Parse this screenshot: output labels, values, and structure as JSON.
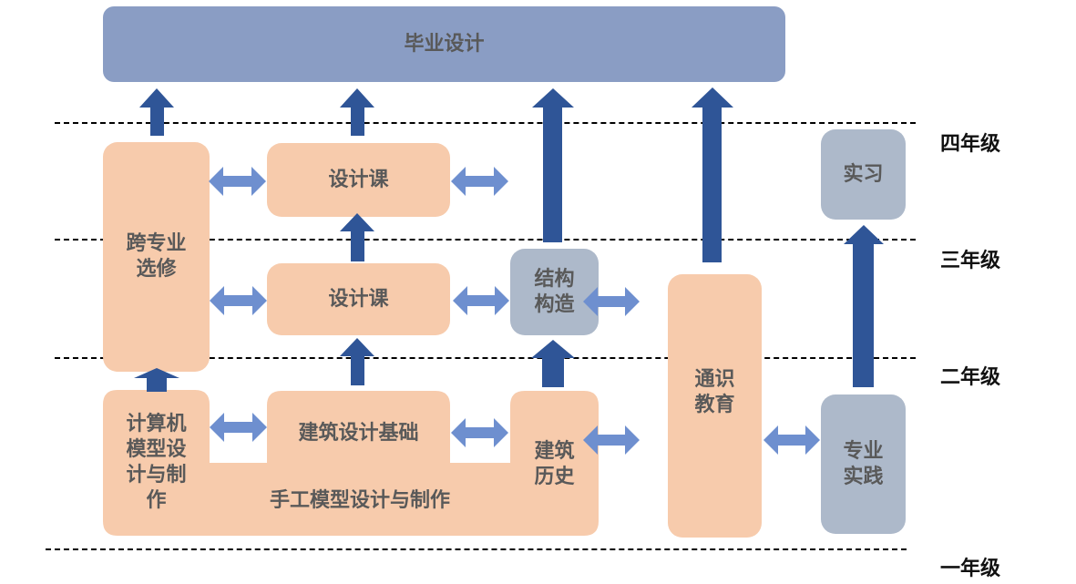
{
  "grades": [
    "四年级",
    "三年级",
    "二年级",
    "一年级"
  ],
  "boxes": {
    "graduation": "毕业设计",
    "cross_major": "跨专业\n选修",
    "design_course_4": "设计课",
    "design_course_3": "设计课",
    "structure": "结构\n构造",
    "general_education": "通识\n教育",
    "internship": "实习",
    "computer_model": "计算机\n模型设\n计与制\n作",
    "design_basics": "建筑设计基础",
    "handmade_model": "手工模型设计与制作",
    "arch_history": "建筑\n历史",
    "professional_practice": "专业\n实践"
  },
  "colors": {
    "peach": "#f7cbac",
    "grey": "#adb9ca",
    "graduation": "#8a9dc4",
    "arrow_up": "#2f5597",
    "arrow_double": "#6e8fcf",
    "text": "#595959"
  }
}
